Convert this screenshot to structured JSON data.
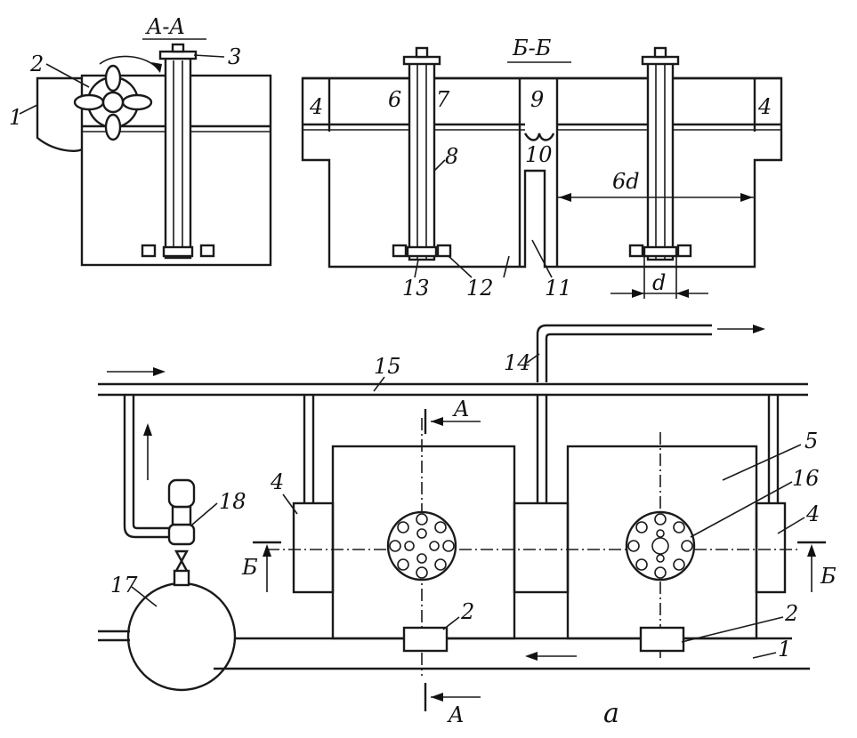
{
  "diagram": {
    "section_aa": "A-A",
    "section_bb": "Б-Б",
    "panel_letter": "а",
    "dim_6d": "6d",
    "dim_d": "d",
    "cut_a": "A",
    "cut_b": "Б",
    "labels": {
      "n1": "1",
      "n2": "2",
      "n3": "3",
      "n4": "4",
      "n5": "5",
      "n6": "6",
      "n7": "7",
      "n8": "8",
      "n9": "9",
      "n10": "10",
      "n11": "11",
      "n12": "12",
      "n13": "13",
      "n14": "14",
      "n15": "15",
      "n16": "16",
      "n17": "17",
      "n18": "18"
    }
  }
}
